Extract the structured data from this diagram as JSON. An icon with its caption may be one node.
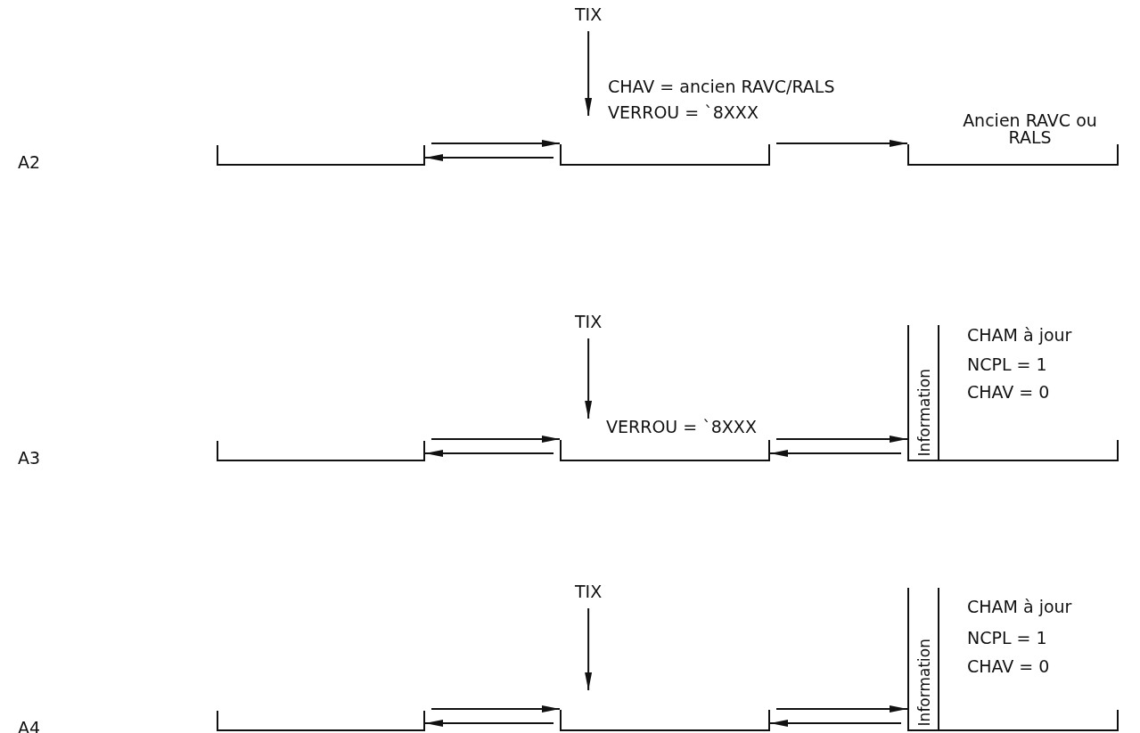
{
  "diagram": {
    "nodes": [
      {
        "text": [
          "TIX"
        ]
      },
      {
        "text": [],
        "shape": "bracket"
      },
      {
        "text": [],
        "shape": "bracket",
        "beside": [
          "CHAV = ancien RAVC/RALS",
          "VERROU = `8XXX"
        ]
      },
      {
        "text": [
          "Ancien RAVC ou RALS"
        ]
      },
      {
        "text": [
          "TIX"
        ]
      },
      {
        "text": [],
        "shape": "bracket"
      },
      {
        "text": [
          "VERROU = `8XXX"
        ]
      },
      {
        "text": [],
        "shape": "bracket",
        "beside": [
          "CHAM à jour",
          "NCPL = 1",
          "CHAV = 0"
        ]
      },
      {
        "text": [
          "Information"
        ],
        "in": 7
      },
      {
        "text": [
          "TIX"
        ]
      },
      {
        "text": [],
        "shape": "bracket"
      },
      {
        "text": [],
        "shape": "bracket"
      },
      {
        "text": [],
        "shape": "bracket",
        "beside": [
          "CHAM à jour",
          "NCPL = 1",
          "CHAV = 0"
        ]
      },
      {
        "text": [
          "Information"
        ],
        "in": 12
      }
    ],
    "edges": [
      {
        "from": 0,
        "to": 2,
        "arrow": "to"
      },
      {
        "from": 1,
        "to": 2,
        "arrow": "to"
      },
      {
        "from": 2,
        "to": 1,
        "arrow": "to"
      },
      {
        "from": 2,
        "to": 3,
        "arrow": "to"
      },
      {
        "from": 4,
        "to": 6,
        "arrow": "to"
      },
      {
        "from": 5,
        "to": 6,
        "arrow": "to"
      },
      {
        "from": 6,
        "to": 5,
        "arrow": "to"
      },
      {
        "from": 6,
        "to": 7,
        "arrow": "to"
      },
      {
        "from": 7,
        "to": 6,
        "arrow": "to"
      },
      {
        "from": 9,
        "to": 11,
        "arrow": "to"
      },
      {
        "from": 10,
        "to": 11,
        "arrow": "to"
      },
      {
        "from": 11,
        "to": 10,
        "arrow": "to"
      },
      {
        "from": 11,
        "to": 12,
        "arrow": "to"
      },
      {
        "from": 12,
        "to": 11,
        "arrow": "to"
      }
    ],
    "labels": [
      "A2",
      "A3",
      "A4"
    ]
  }
}
